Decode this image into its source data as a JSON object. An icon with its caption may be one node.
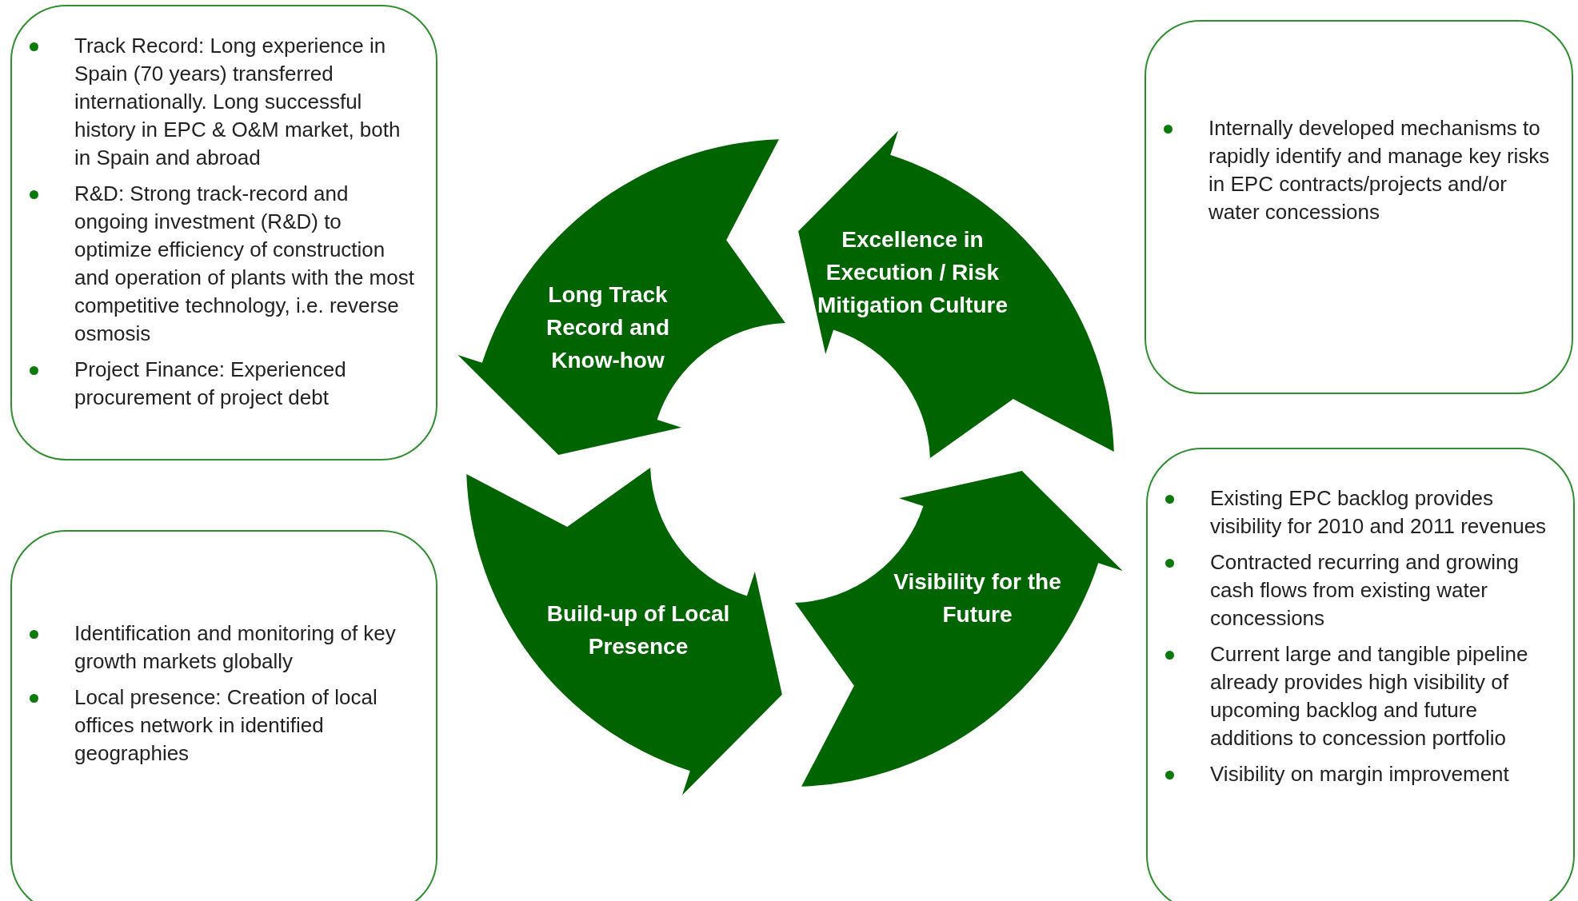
{
  "diagram": {
    "nodes": [
      {
        "text": [
          "Track Record: Long experience in Spain (70 years) transferred internationally. Long successful history in EPC & O&M market, both in Spain and abroad",
          "R&D: Strong track-record and ongoing investment (R&D) to optimize efficiency of construction and operation of plants with the most competitive technology, i.e. reverse osmosis",
          "Project Finance: Experienced procurement of project debt"
        ]
      },
      {
        "text": [
          "Long Track Record and Know-how"
        ]
      },
      {
        "text": [
          "Excellence in Execution / Risk Mitigation Culture"
        ]
      },
      {
        "text": [
          "Internally developed mechanisms to rapidly identify and manage key risks in EPC contracts/projects and/or water concessions"
        ]
      },
      {
        "text": [
          "Identification and monitoring of key growth markets globally",
          "Local presence: Creation of local offices network in identified geographies"
        ]
      },
      {
        "text": [
          "Build-up of Local Presence"
        ]
      },
      {
        "text": [
          "Visibility for the Future"
        ]
      },
      {
        "text": [
          "Existing EPC backlog provides visibility for 2010 and 2011 revenues",
          "Contracted recurring and growing cash flows from existing water concessions",
          "Current large and tangible pipeline already provides high visibility of upcoming backlog and future additions to concession portfolio",
          "Visibility on margin improvement"
        ]
      }
    ]
  }
}
